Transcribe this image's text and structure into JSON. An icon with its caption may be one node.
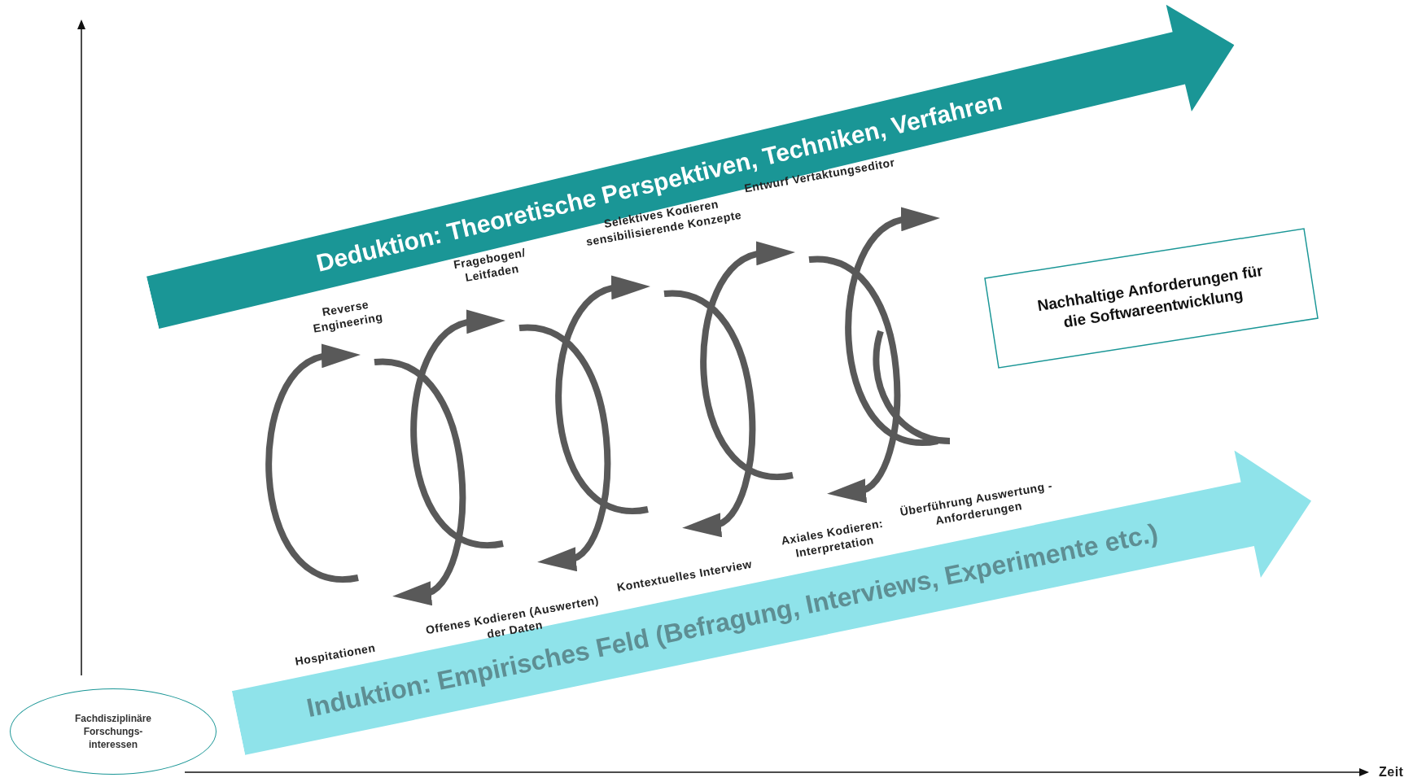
{
  "diagram": {
    "nodes": [
      {
        "text": [
          "Deduktion: Theoretische Perspektiven, Techniken, Verfahren"
        ]
      },
      {
        "text": [
          "Induktion: Empirisches Feld (Befragung, Interviews, Experimente etc.)"
        ]
      },
      {
        "text": [
          "Nachhaltige Anforderungen für die Softwareentwicklung"
        ]
      },
      {
        "text": [
          "Fachdisziplinäre Forschungs-interessen"
        ]
      }
    ],
    "labels": [
      "Reverse Engineering",
      "Fragebogen/ Leitfaden",
      "Selektives Kodieren sensibilisierende Konzepte",
      "Entwurf Vertaktungseditor",
      "Hospitationen",
      "Offenes Kodieren (Auswerten) der Daten",
      "Kontextuelles Interview",
      "Axiales Kodieren: Interpretation",
      "Überführung Auswertung - Anforderungen",
      "Zeit"
    ]
  }
}
